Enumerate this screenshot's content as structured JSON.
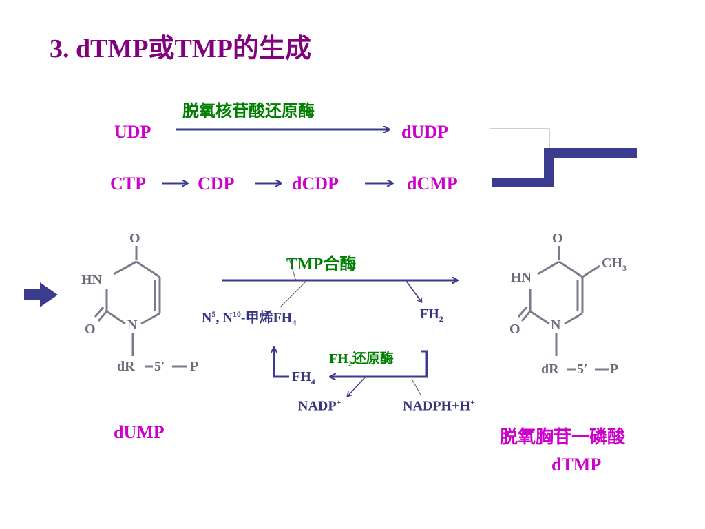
{
  "title": "3. dTMP或TMP的生成",
  "reaction1": {
    "from": "UDP",
    "to": "dUDP",
    "enzyme": "脱氧核苷酸还原酶"
  },
  "reaction2": [
    "CTP",
    "CDP",
    "dCDP",
    "dCMP"
  ],
  "main": {
    "enzyme": "TMP合酶",
    "cofactor_base": "N",
    "cofactor_sup1": "5",
    "cofactor_mid": ", N",
    "cofactor_sup2": "10",
    "cofactor_tail": "-甲烯FH",
    "cofactor_sub": "4",
    "product_base": "FH",
    "product_sub": "2",
    "recycle_enzyme_base": "FH",
    "recycle_enzyme_sub": "2",
    "recycle_enzyme_tail": "还原酶",
    "fh4_base": "FH",
    "fh4_sub": "4",
    "nadp_base": "NADP",
    "nadp_sup": "+",
    "nadph_base": "NADPH+H",
    "nadph_sup": "+"
  },
  "left_molecule": {
    "name": "dUMP",
    "atoms": {
      "o_top": "O",
      "hn": "HN",
      "o_left": "O",
      "n": "N",
      "dr": "dR",
      "five": "5",
      "prime": "′",
      "p": "P"
    }
  },
  "right_molecule": {
    "name_cn": "脱氧胸苷一磷酸",
    "name": "dTMP",
    "atoms": {
      "o_top": "O",
      "ch3_base": "CH",
      "ch3_sub": "3",
      "hn": "HN",
      "o_left": "O",
      "n": "N",
      "dr": "dR",
      "five": "5",
      "prime": "′",
      "p": "P"
    }
  },
  "colors": {
    "title": "#800080",
    "compound": "#cc00cc",
    "enzyme": "#008000",
    "arrow": "#3b3b8f",
    "label": "#333380"
  }
}
